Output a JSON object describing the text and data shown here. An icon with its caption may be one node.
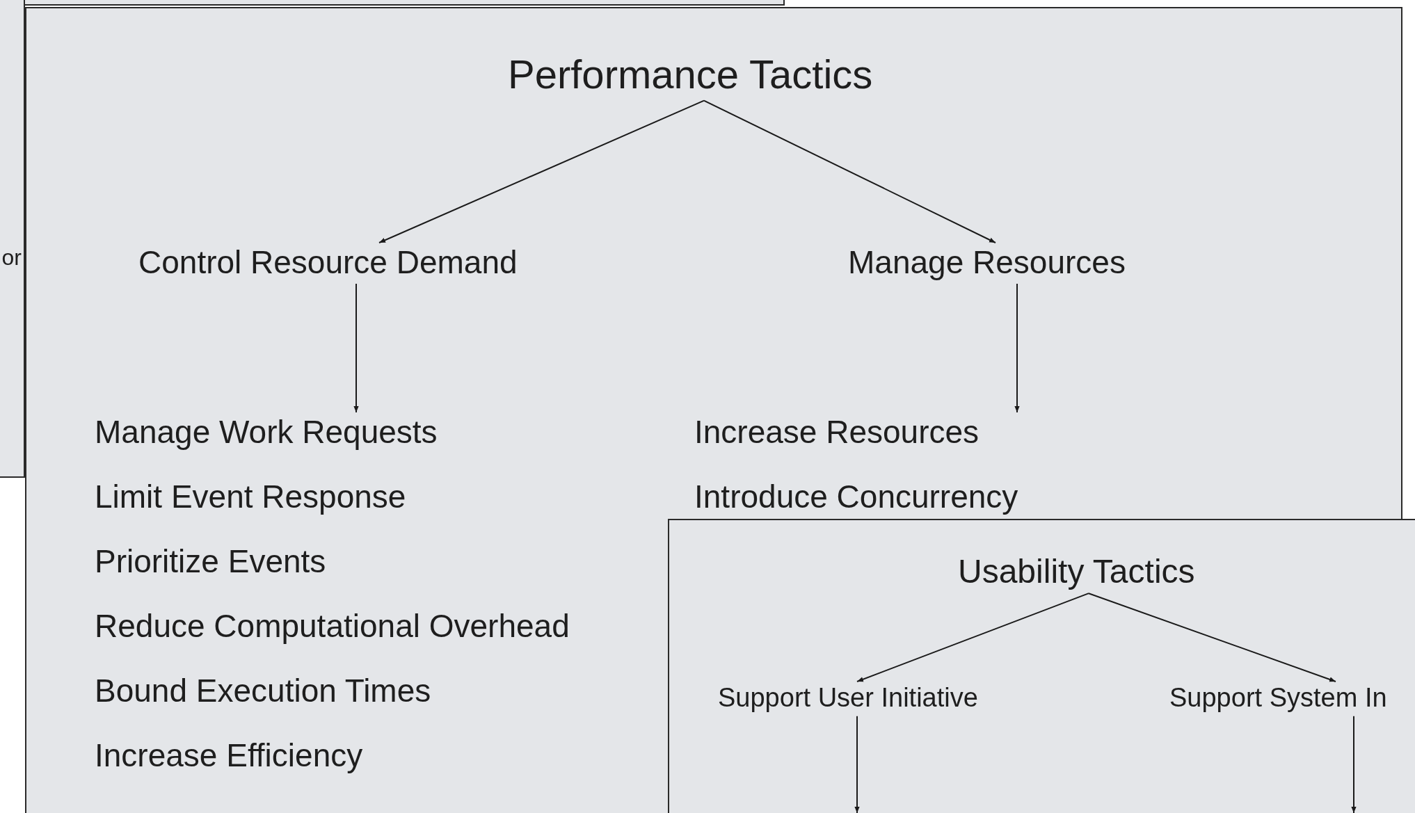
{
  "diagram": {
    "nodes": [
      {
        "text": [
          "or"
        ]
      },
      {
        "text": [],
        "shape": "box"
      },
      {
        "text": [
          "Performance Tactics"
        ],
        "in": 1
      },
      {
        "text": [
          "Control Resource Demand"
        ],
        "in": 1
      },
      {
        "text": [
          "Manage Resources"
        ],
        "in": 1
      },
      {
        "text": [
          "Manage Work Requests",
          "Limit Event Response",
          "Prioritize Events",
          "Reduce Computational Overhead",
          "Bound Execution Times",
          "Increase Efficiency"
        ],
        "in": 1
      },
      {
        "text": [
          "Increase Resources",
          "Introduce Concurrency"
        ],
        "in": 1
      },
      {
        "text": [],
        "shape": "box",
        "in": 1
      },
      {
        "text": [
          "Usability Tactics"
        ],
        "in": 7
      },
      {
        "text": [
          "Support User Initiative"
        ],
        "in": 7
      },
      {
        "text": [
          "Support System In"
        ],
        "in": 7
      }
    ],
    "edges": [
      {
        "from": 2,
        "to": 3,
        "arrow": "to"
      },
      {
        "from": 2,
        "to": 4,
        "arrow": "to"
      },
      {
        "from": 3,
        "to": 5,
        "arrow": "to"
      },
      {
        "from": 4,
        "to": 6,
        "arrow": "to"
      },
      {
        "from": 8,
        "to": 9,
        "arrow": "to"
      },
      {
        "from": 8,
        "to": 10,
        "arrow": "to"
      },
      {
        "from": 9,
        "to": null,
        "arrow": "to"
      },
      {
        "from": 10,
        "to": null,
        "arrow": "to"
      }
    ]
  }
}
